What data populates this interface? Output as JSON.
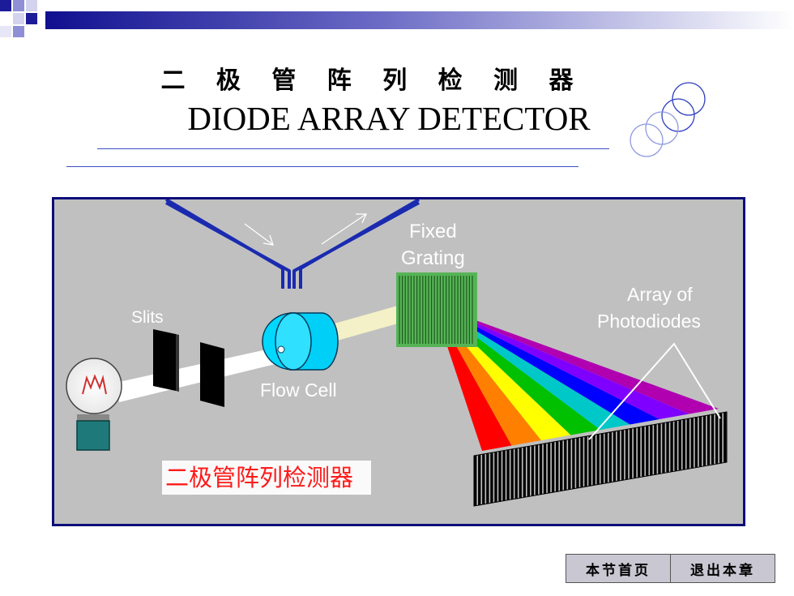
{
  "slide": {
    "title_cn": "二 极 管 阵 列 检 测 器",
    "title_en": "DIODE ARRAY DETECTOR"
  },
  "diagram": {
    "labels": {
      "slits": "Slits",
      "fixed_grating_line1": "Fixed",
      "fixed_grating_line2": "Grating",
      "array_line1": "Array of",
      "array_line2": "Photodiodes",
      "flow_cell": "Flow Cell",
      "caption_cn": "二极管阵列检测器"
    },
    "spectrum_colors": [
      "#ff0000",
      "#ff8000",
      "#ffff00",
      "#00c000",
      "#00c8c8",
      "#0000ff",
      "#8000ff",
      "#b000b0"
    ]
  },
  "nav": {
    "section_home": "本节首页",
    "exit_chapter": "退出本章"
  },
  "colors": {
    "accent_blue": "#1a2bb0",
    "panel_border": "#0c0c7a",
    "panel_bg": "#c0c0c0"
  }
}
